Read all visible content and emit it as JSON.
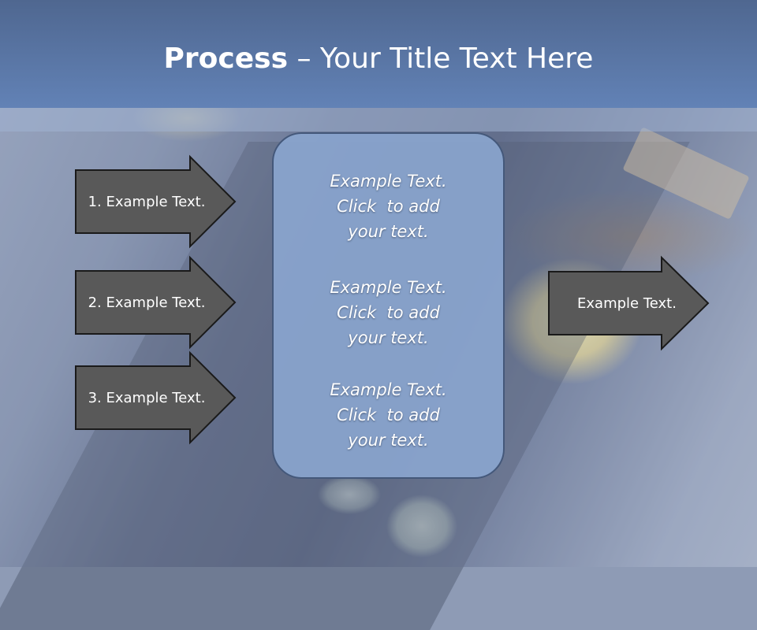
{
  "header": {
    "title_bold": "Process",
    "title_rest": " – Your Title Text Here"
  },
  "left_arrows": [
    {
      "label": "1. Example Text."
    },
    {
      "label": "2. Example Text."
    },
    {
      "label": "3. Example Text."
    }
  ],
  "center_box": {
    "blocks": [
      {
        "line1": "Example Text.",
        "line2": "Click  to add",
        "line3": "your text."
      },
      {
        "line1": "Example Text.",
        "line2": "Click  to add",
        "line3": "your text."
      },
      {
        "line1": "Example Text.",
        "line2": "Click  to add",
        "line3": "your text."
      }
    ]
  },
  "right_arrow": {
    "label": "Example Text."
  },
  "colors": {
    "title_bar": "#5a78a8",
    "arrow_fill": "#595959",
    "center_box": "#8aa5ce"
  }
}
